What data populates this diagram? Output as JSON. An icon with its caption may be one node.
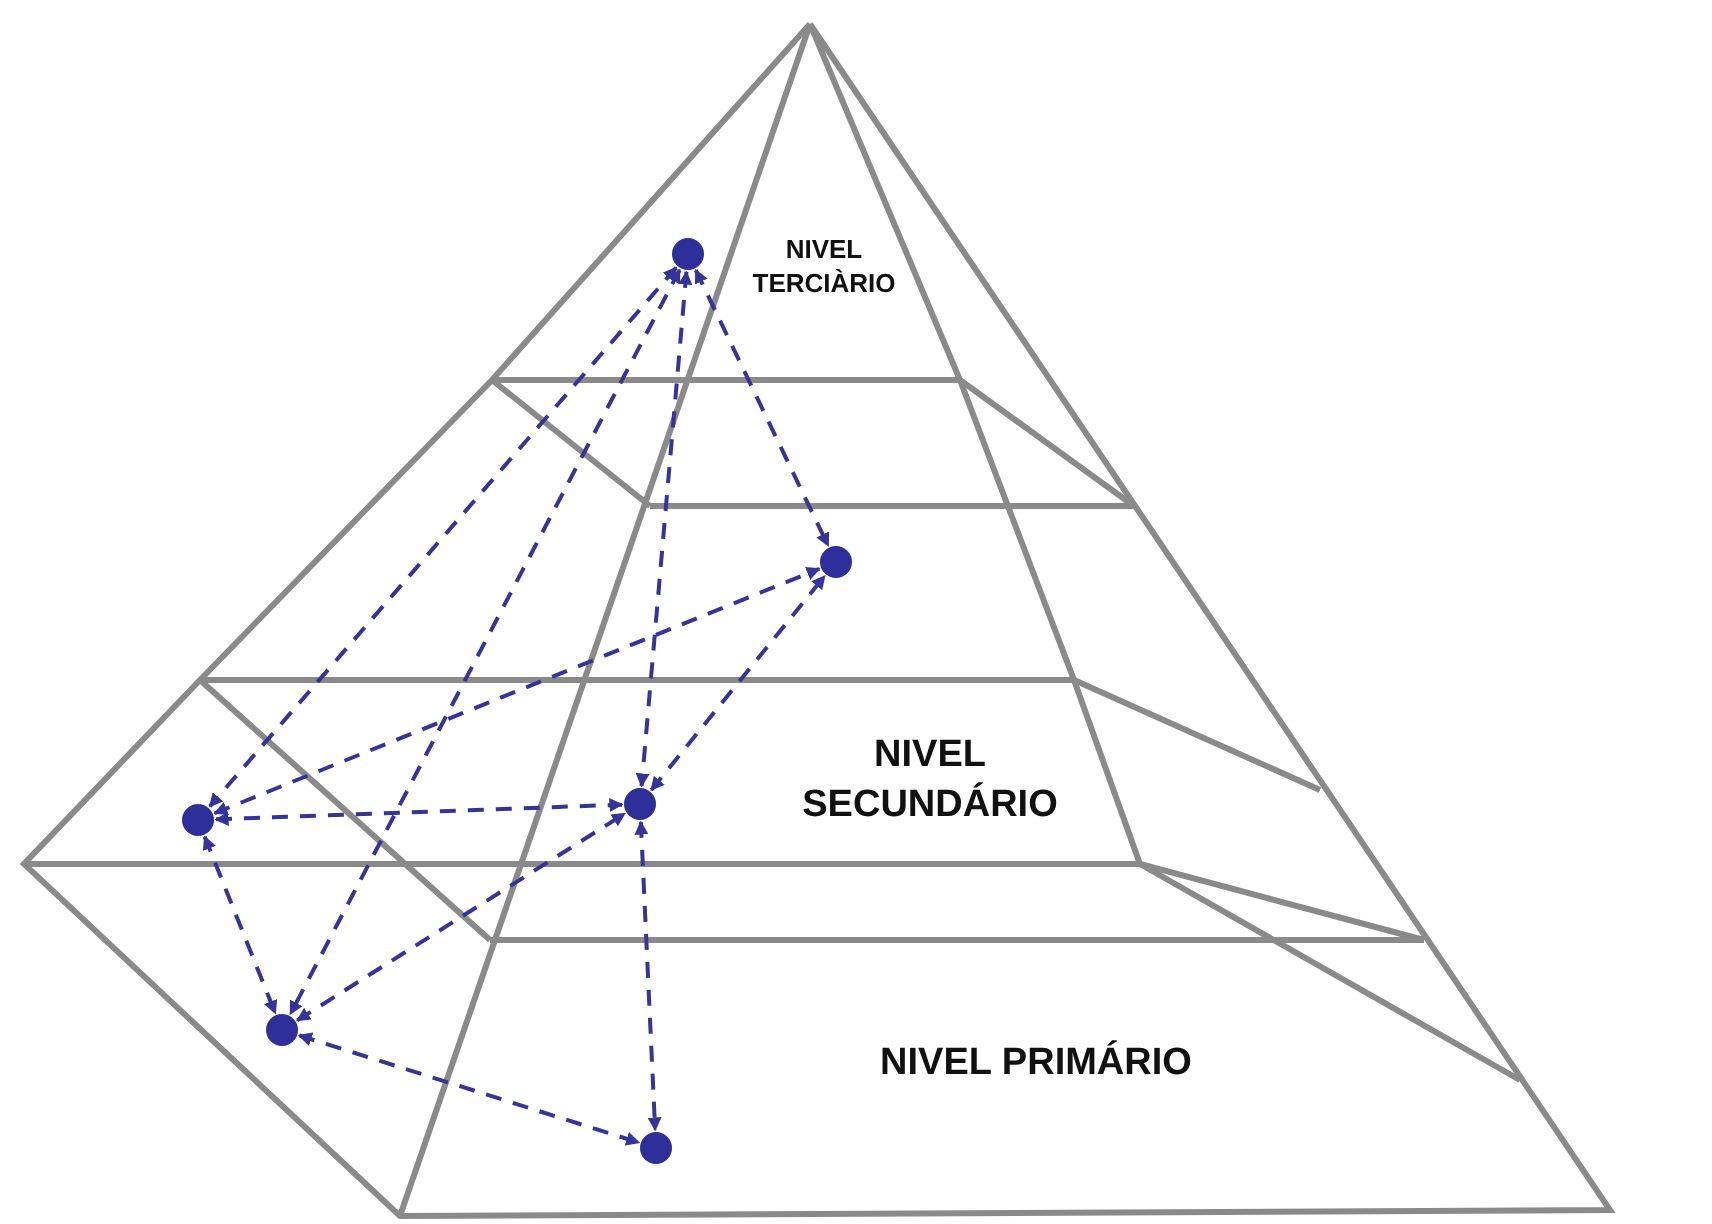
{
  "diagram": {
    "nodes": [
      {
        "text": [],
        "shape": "circle"
      },
      {
        "text": [],
        "shape": "circle"
      },
      {
        "text": [],
        "shape": "circle"
      },
      {
        "text": [],
        "shape": "circle"
      },
      {
        "text": [],
        "shape": "circle"
      },
      {
        "text": [],
        "shape": "circle"
      }
    ],
    "edges": [
      {
        "from": 0,
        "to": 3,
        "arrow": "both",
        "style": "dashed"
      },
      {
        "from": 0,
        "to": 4,
        "arrow": "both",
        "style": "dashed"
      },
      {
        "from": 0,
        "to": 2,
        "arrow": "both",
        "style": "dashed"
      },
      {
        "from": 0,
        "to": 1,
        "arrow": "both",
        "style": "dashed"
      },
      {
        "from": 3,
        "to": 1,
        "arrow": "both",
        "style": "dashed"
      },
      {
        "from": 2,
        "to": 1,
        "arrow": "both",
        "style": "dashed"
      },
      {
        "from": 3,
        "to": 2,
        "arrow": "both",
        "style": "dashed"
      },
      {
        "from": 3,
        "to": 4,
        "arrow": "both",
        "style": "dashed"
      },
      {
        "from": 4,
        "to": 2,
        "arrow": "both",
        "style": "dashed"
      },
      {
        "from": 4,
        "to": 5,
        "arrow": "both",
        "style": "dashed"
      },
      {
        "from": 2,
        "to": 5,
        "arrow": "both",
        "style": "dashed"
      }
    ],
    "labels": [
      "NIVEL TERCIÀRIO",
      "NIVEL SECUNDÁRIO",
      "NIVEL PRIMÁRIO"
    ]
  }
}
